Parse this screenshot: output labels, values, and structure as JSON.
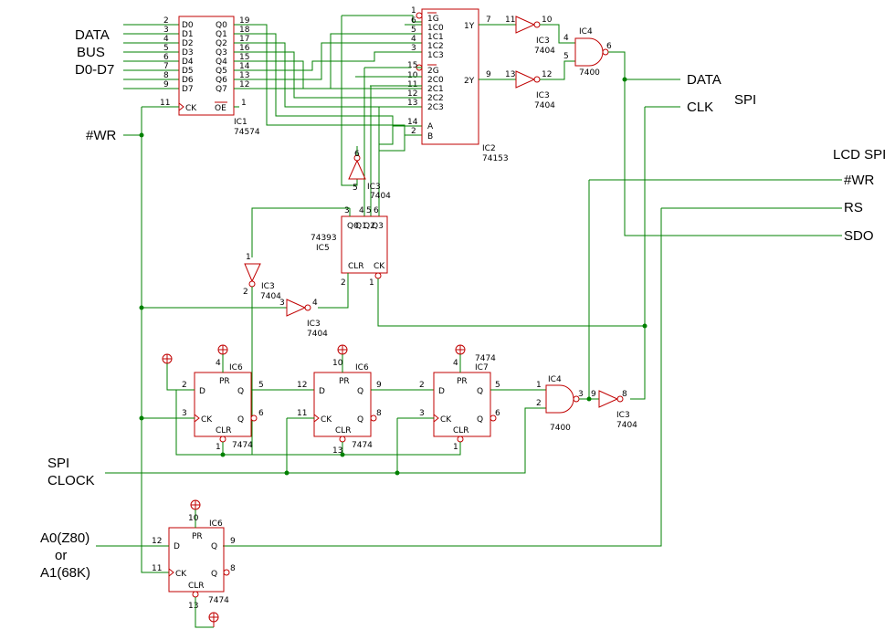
{
  "labels": {
    "data_bus_1": "DATA",
    "data_bus_2": "BUS",
    "data_bus_3": "D0-D7",
    "wr_left": "#WR",
    "spi_data": "DATA",
    "spi_clk": "CLK",
    "spi_title": "SPI",
    "lcd_spi": "LCD SPI",
    "lcd_wr": "#WR",
    "lcd_rs": "RS",
    "lcd_sdo": "SDO",
    "spi_clock_1": "SPI",
    "spi_clock_2": "CLOCK",
    "addr_1": "A0(Z80)",
    "addr_2": "or",
    "addr_3": "A1(68K)"
  },
  "chips": {
    "ic1": {
      "name": "IC1",
      "part": "74574",
      "pins_d": [
        "D0",
        "D1",
        "D2",
        "D3",
        "D4",
        "D5",
        "D6",
        "D7"
      ],
      "pins_q": [
        "Q0",
        "Q1",
        "Q2",
        "Q3",
        "Q4",
        "Q5",
        "Q6",
        "Q7"
      ],
      "nums_d": [
        "2",
        "3",
        "4",
        "5",
        "6",
        "7",
        "8",
        "9"
      ],
      "nums_q": [
        "19",
        "18",
        "17",
        "16",
        "15",
        "14",
        "13",
        "12"
      ],
      "ck": "CK",
      "ck_num": "11",
      "oe": "OE",
      "oe_num": "1"
    },
    "ic2": {
      "name": "IC2",
      "part": "74153",
      "pins": [
        "1G",
        "1C0",
        "1C1",
        "1C2",
        "1C3",
        "2G",
        "2C0",
        "2C1",
        "2C2",
        "2C3",
        "A",
        "B"
      ],
      "nums": [
        "1",
        "6",
        "5",
        "4",
        "3",
        "15",
        "10",
        "11",
        "12",
        "13",
        "14",
        "2"
      ],
      "out1": "1Y",
      "out1_num": "7",
      "out2": "2Y",
      "out2_num": "9"
    },
    "ic5": {
      "name": "IC5",
      "part": "74393",
      "pins_q": [
        "Q0",
        "Q1",
        "Q2",
        "Q3"
      ],
      "nums_q": [
        "3",
        "4",
        "5",
        "6"
      ],
      "clr": "CLR",
      "clr_num": "2",
      "ck": "CK",
      "ck_num": "1"
    },
    "inv_top1": {
      "name": "IC3",
      "part": "7404",
      "in": "11",
      "out": "10"
    },
    "inv_top2": {
      "name": "IC3",
      "part": "7404",
      "in": "13",
      "out": "12"
    },
    "nand_top": {
      "name": "IC4",
      "part": "7400",
      "in1": "4",
      "in2": "5",
      "out": "6"
    },
    "inv_mid": {
      "name": "IC3",
      "part": "7404",
      "in": "5",
      "out": "6"
    },
    "inv_left": {
      "name": "IC3",
      "part": "7404",
      "in": "1",
      "out": "2"
    },
    "inv_clr": {
      "name": "IC3",
      "part": "7404",
      "in": "3",
      "out": "4"
    },
    "ff1": {
      "name": "IC6",
      "part": "7474",
      "d_num": "2",
      "ck_num": "3",
      "q_num": "5",
      "qn_num": "6",
      "pr_num": "4",
      "clr_num": "1"
    },
    "ff2": {
      "name": "IC6",
      "part": "7474",
      "d_num": "12",
      "ck_num": "11",
      "q_num": "9",
      "qn_num": "8",
      "pr_num": "10",
      "clr_num": "13"
    },
    "ff3": {
      "name": "IC7",
      "part": "7474",
      "d_num": "2",
      "ck_num": "3",
      "q_num": "5",
      "qn_num": "6",
      "pr_num": "4",
      "clr_num": "1"
    },
    "nand_bot": {
      "name": "IC4",
      "part": "7400",
      "in1": "1",
      "in2": "2",
      "out": "3"
    },
    "inv_bot": {
      "name": "IC3",
      "part": "7404",
      "in": "9",
      "out": "8"
    },
    "ff4": {
      "name": "IC6",
      "part": "7474",
      "d_num": "12",
      "ck_num": "11",
      "q_num": "9",
      "qn_num": "8",
      "pr_num": "10",
      "clr_num": "13"
    }
  },
  "ff_pins": {
    "d": "D",
    "ck": "CK",
    "q": "Q",
    "qn": "Q",
    "pr": "PR",
    "clr": "CLR"
  },
  "ic2_sel": {
    "a": "A",
    "b": "B"
  }
}
